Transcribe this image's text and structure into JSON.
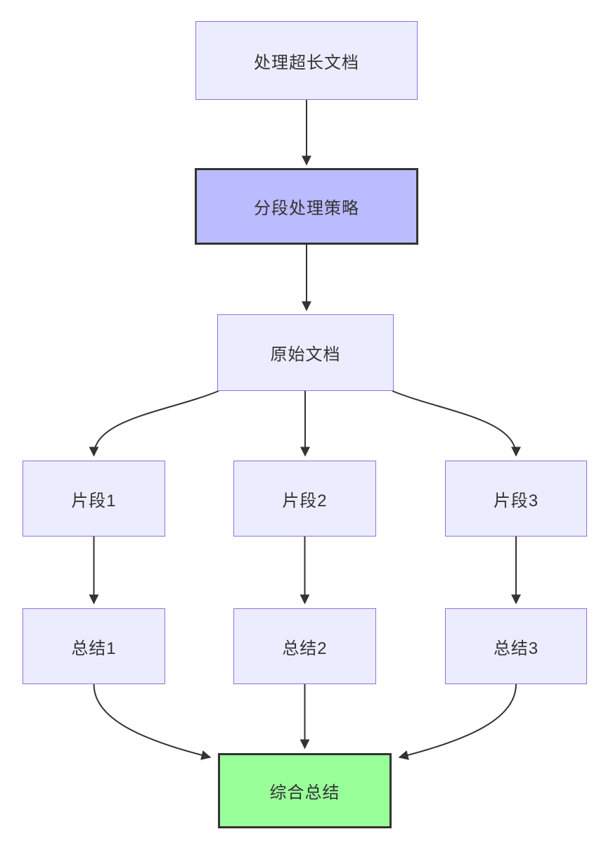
{
  "diagram": {
    "type": "flowchart",
    "direction": "top-down",
    "background": "#ffffff",
    "colors": {
      "node_fill": "#ECECFF",
      "node_border": "#9370DB",
      "strategy_fill": "#bbbbff",
      "strategy_border": "#333333",
      "final_fill": "#99ff99",
      "final_border": "#333333",
      "edge": "#333333",
      "text": "#333333"
    },
    "nodes": {
      "doc": {
        "label": "处理超长文档"
      },
      "strategy": {
        "label": "分段处理策略"
      },
      "original": {
        "label": "原始文档"
      },
      "frag1": {
        "label": "片段1"
      },
      "frag2": {
        "label": "片段2"
      },
      "frag3": {
        "label": "片段3"
      },
      "sum1": {
        "label": "总结1"
      },
      "sum2": {
        "label": "总结2"
      },
      "sum3": {
        "label": "总结3"
      },
      "final": {
        "label": "综合总结"
      }
    },
    "edges": [
      {
        "from": "doc",
        "to": "strategy"
      },
      {
        "from": "strategy",
        "to": "original"
      },
      {
        "from": "original",
        "to": "frag1"
      },
      {
        "from": "original",
        "to": "frag2"
      },
      {
        "from": "original",
        "to": "frag3"
      },
      {
        "from": "frag1",
        "to": "sum1"
      },
      {
        "from": "frag2",
        "to": "sum2"
      },
      {
        "from": "frag3",
        "to": "sum3"
      },
      {
        "from": "sum1",
        "to": "final"
      },
      {
        "from": "sum2",
        "to": "final"
      },
      {
        "from": "sum3",
        "to": "final"
      }
    ]
  }
}
